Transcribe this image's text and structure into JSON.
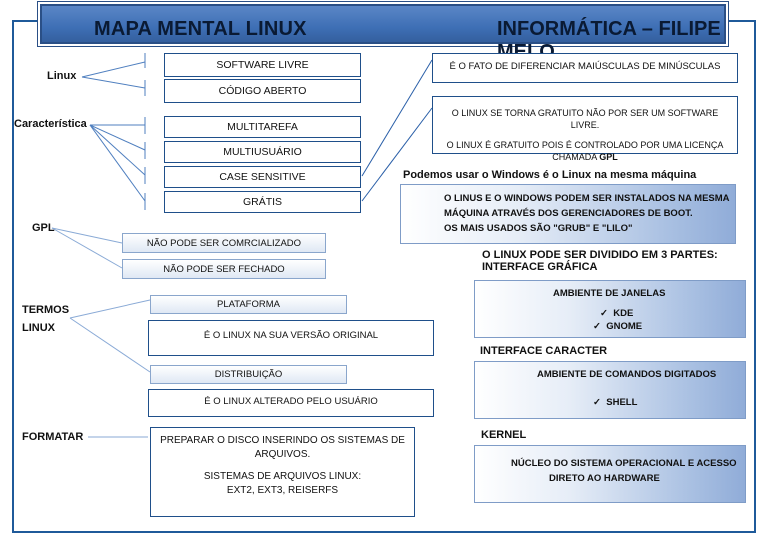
{
  "banner": {
    "title": "MAPA MENTAL LINUX",
    "right": "INFORMÁTICA – FILIPE MELO"
  },
  "linux": {
    "label": "Linux",
    "items": [
      "SOFTWARE LIVRE",
      "CÓDIGO ABERTO"
    ]
  },
  "caracteristica": {
    "label": "Característica",
    "items": [
      "MULTITAREFA",
      "MULTIUSUÁRIO",
      "CASE SENSITIVE",
      "GRÁTIS"
    ]
  },
  "case_sensitive_note": "É O FATO DE DIFERENCIAR MAIÚSCULAS DE MINÚSCULAS",
  "gratis_note": {
    "line1": "O LINUX SE TORNA GRATUITO NÃO POR SER UM SOFTWARE LIVRE.",
    "line2": "O LINUX É GRATUITO POIS É CONTROLADO POR UMA LICENÇA",
    "line3_prefix": "CHAMADA ",
    "line3_bold": "GPL"
  },
  "gpl": {
    "label": "GPL",
    "items": [
      "NÃO PODE SER COMRCIALIZADO",
      "NÃO PODE SER FECHADO"
    ]
  },
  "termos": {
    "label_line1": "TERMOS",
    "label_line2": "LINUX",
    "plataforma": "PLATAFORMA",
    "plataforma_desc": "É O LINUX NA SUA VERSÃO ORIGINAL",
    "distribuicao": "DISTRIBUIÇÃO",
    "distribuicao_desc": "É O LINUX ALTERADO PELO USUÁRIO"
  },
  "formatar": {
    "label": "FORMATAR",
    "line1": "PREPARAR O DISCO INSERINDO OS SISTEMAS DE",
    "line2": "ARQUIVOS.",
    "line3": "SISTEMAS DE ARQUIVOS LINUX:",
    "line4": "EXT2, EXT3, REISERFS"
  },
  "windows": {
    "heading": "Podemos usar o Windows é o Linux na mesma máquina",
    "line1": "O LINUS E O WINDOWS PODEM SER INSTALADOS NA MESMA",
    "line2": "MÁQUINA ATRAVÉS DOS GERENCIADORES DE BOOT.",
    "line3": "OS MAIS USADOS SÃO \"GRUB\" E \"LILO\""
  },
  "partes": {
    "heading_line1": "O LINUX PODE SER DIVIDIDO EM 3 PARTES:",
    "heading_line2": "INTERFACE GRÁFICA",
    "grafica_title": "AMBIENTE DE JANELAS",
    "grafica_items": [
      "KDE",
      "GNOME"
    ],
    "caracter_heading": "INTERFACE CARACTER",
    "caracter_title": "AMBIENTE DE COMANDOS DIGITADOS",
    "caracter_items": [
      "SHELL"
    ],
    "kernel_heading": "KERNEL",
    "kernel_line1": "NÚCLEO DO SISTEMA OPERACIONAL E ACESSO",
    "kernel_line2": "DIRETO AO HARDWARE"
  },
  "check_glyph": "✓",
  "colors": {
    "banner": "#3e6fb5",
    "border": "#1f5a9a"
  }
}
